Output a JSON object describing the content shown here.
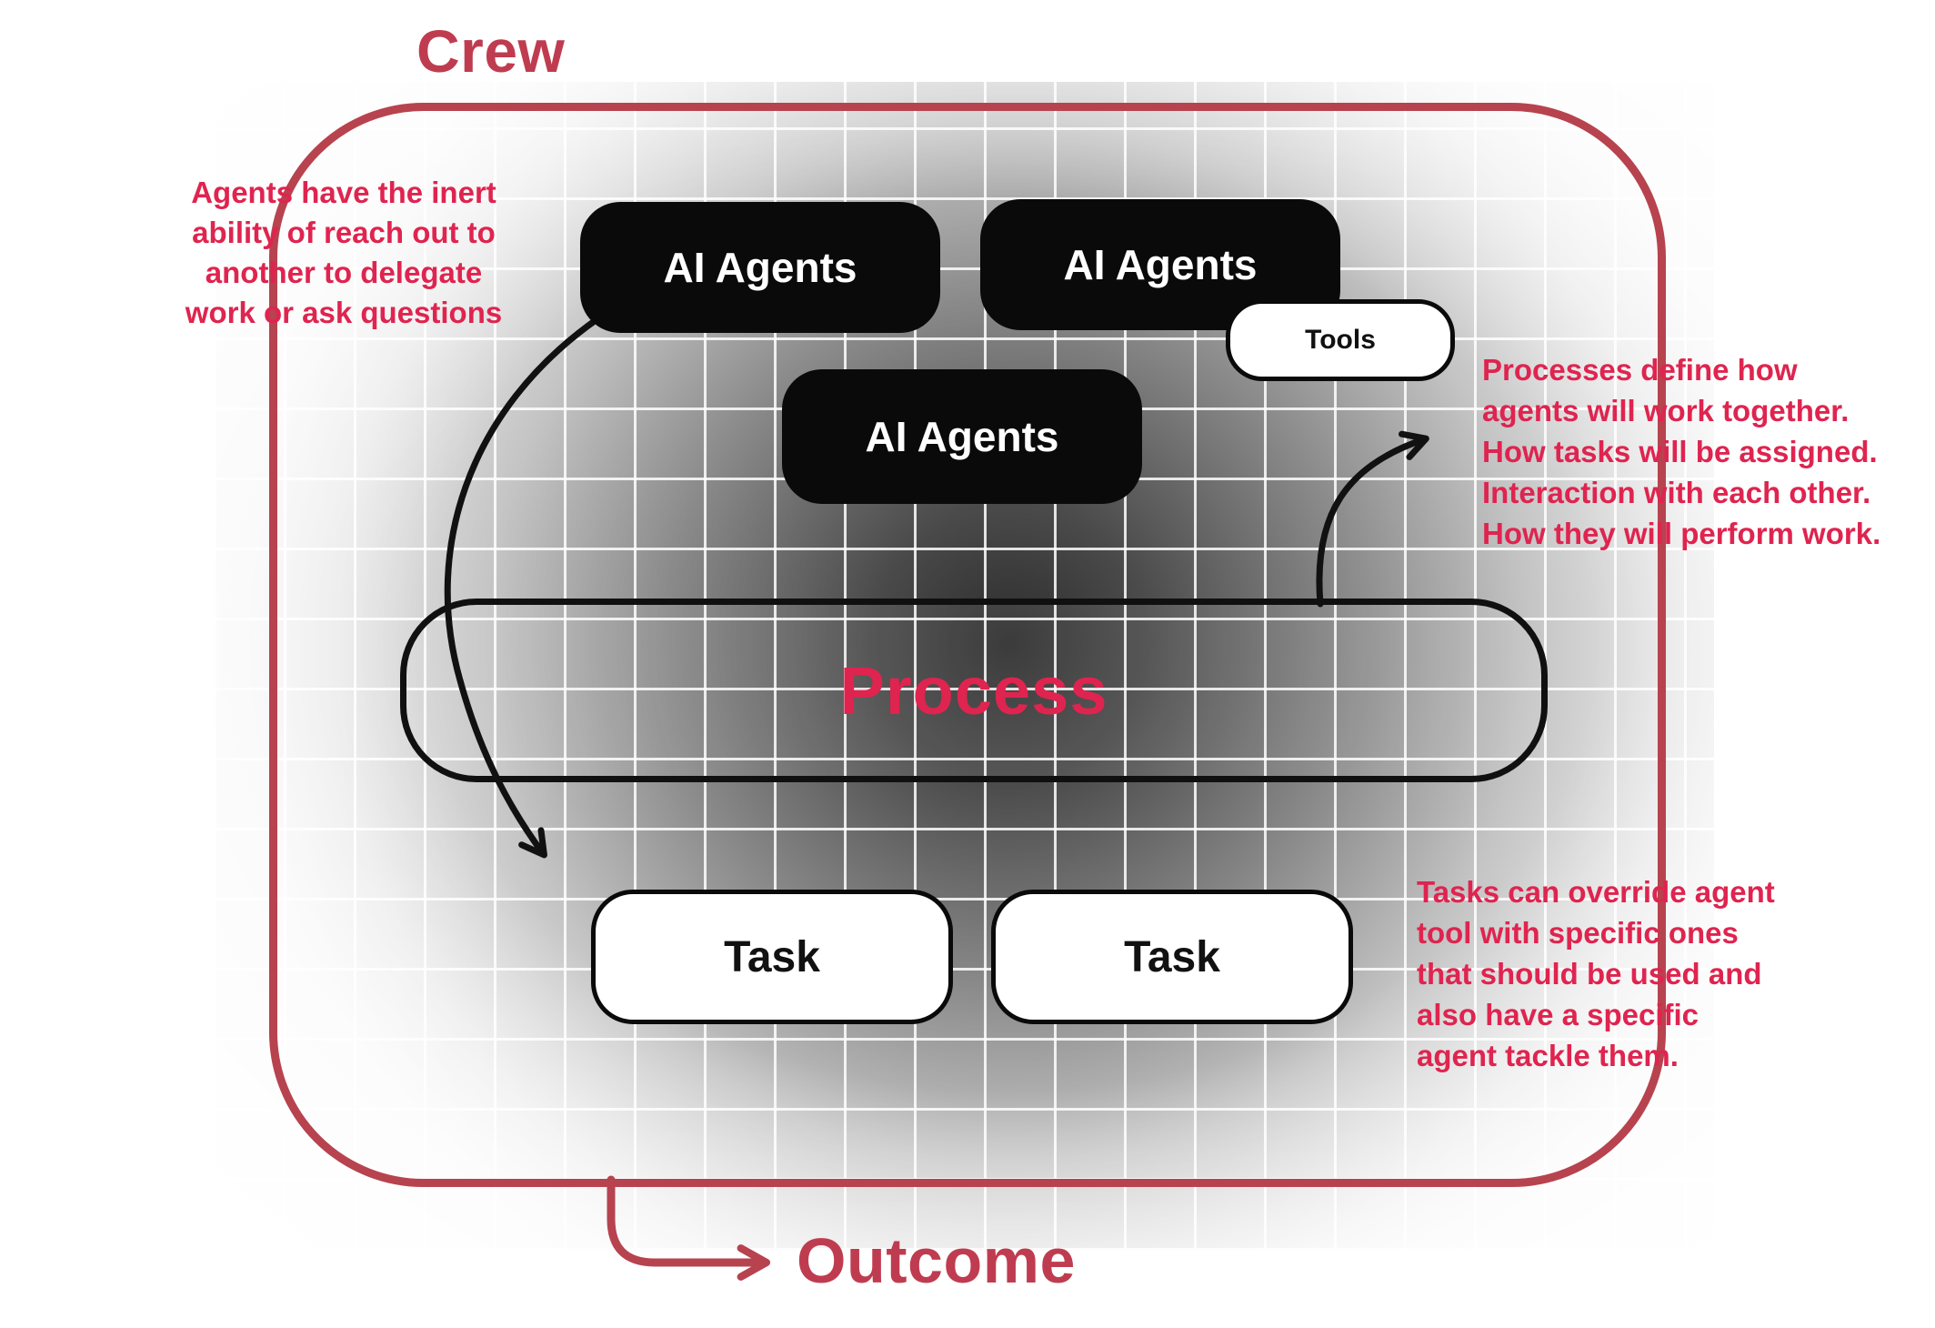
{
  "colors": {
    "accent_text_red": "#df244f",
    "boundary_red": "#b7434f",
    "box_black": "#0a0a0a",
    "box_white": "#ffffff",
    "arrow_black": "#111111"
  },
  "crew": {
    "label": "Crew"
  },
  "agents": [
    {
      "label": "AI Agents"
    },
    {
      "label": "AI Agents"
    },
    {
      "label": "AI Agents"
    }
  ],
  "tools": {
    "label": "Tools"
  },
  "process": {
    "label": "Process"
  },
  "tasks": [
    {
      "label": "Task"
    },
    {
      "label": "Task"
    }
  ],
  "outcome": {
    "label": "Outcome"
  },
  "annotations": {
    "left": {
      "lines": [
        "Agents have the inert",
        "ability of reach out to",
        "another to delegate",
        "work or ask questions"
      ]
    },
    "right_top": {
      "lines": [
        "Processes define how",
        "agents will work together.",
        "How tasks will be assigned.",
        "Interaction with each other.",
        "How they will perform work."
      ]
    },
    "right_bottom": {
      "lines": [
        "Tasks can override agent",
        "tool with specific ones",
        "that should be used and",
        "also have a specific",
        "agent tackle them."
      ]
    }
  }
}
